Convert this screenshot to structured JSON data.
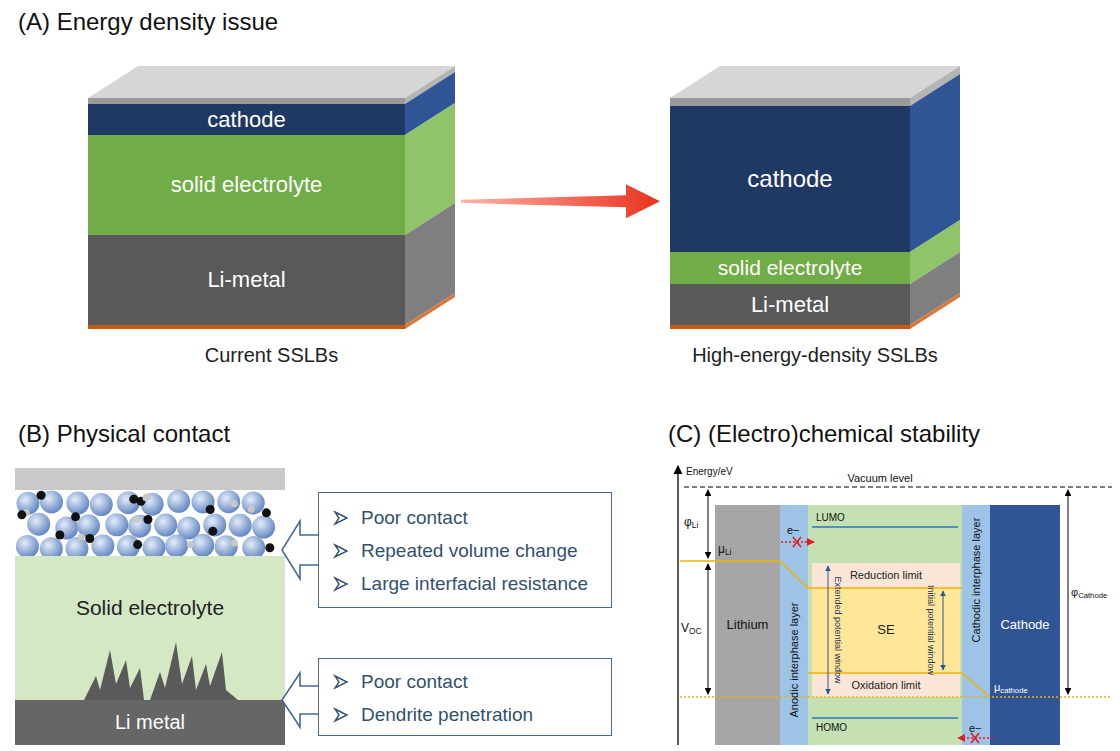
{
  "diagram": {
    "nodes": [
      {
        "text": [
          "Current SSLBs"
        ]
      },
      {
        "text": [
          "cathode"
        ],
        "in": 0
      },
      {
        "text": [
          "solid electrolyte"
        ],
        "in": 0
      },
      {
        "text": [
          "Li-metal"
        ],
        "in": 0
      },
      {
        "text": [
          "High-energy-density SSLBs"
        ]
      },
      {
        "text": [
          "cathode"
        ],
        "in": 4
      },
      {
        "text": [
          "solid electrolyte"
        ],
        "in": 4
      },
      {
        "text": [
          "Li-metal"
        ],
        "in": 4
      },
      {
        "text": [
          "Solid electrolyte"
        ]
      },
      {
        "text": [
          "Li metal"
        ]
      },
      {
        "text": [
          "Poor contact",
          "Repeated volume change",
          "Large interfacial resistance"
        ]
      },
      {
        "text": [
          "Poor contact",
          "Dendrite penetration"
        ]
      },
      {
        "text": [
          "Lithium"
        ]
      },
      {
        "text": [
          "Anodic interphase layer"
        ]
      },
      {
        "text": [
          "Reduction limit"
        ]
      },
      {
        "text": [
          "SE"
        ]
      },
      {
        "text": [
          "Oxidation limit"
        ]
      },
      {
        "text": [
          "Cathodic interphase layer"
        ]
      },
      {
        "text": [
          "Cathode"
        ]
      }
    ],
    "edges": [
      {
        "from": 0,
        "to": 4,
        "arrow": "to"
      }
    ],
    "labels": [
      "(A) Energy density issue",
      "(B) Physical contact",
      "(C) (Electro)chemical stability",
      "Energy/eV",
      "Vacuum level",
      "φLi",
      "μLi",
      "VOC",
      "LUMO",
      "e−",
      "Extended potential window",
      "Initial potential window",
      "HOMO",
      "e−",
      "φCathode",
      "μcathode"
    ]
  }
}
